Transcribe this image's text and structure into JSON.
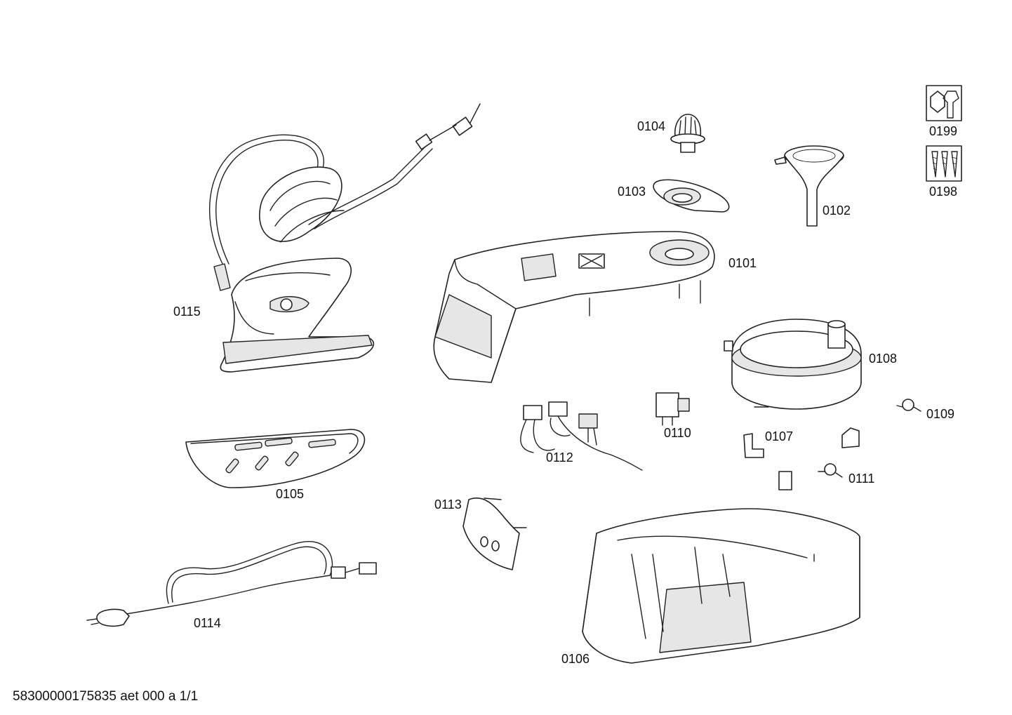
{
  "parts": [
    {
      "number": "0101",
      "icon": "base-cover"
    },
    {
      "number": "0102",
      "icon": "funnel"
    },
    {
      "number": "0103",
      "icon": "filler-cap-ring"
    },
    {
      "number": "0104",
      "icon": "knob"
    },
    {
      "number": "0105",
      "icon": "iron-rest-mat"
    },
    {
      "number": "0106",
      "icon": "base-housing"
    },
    {
      "number": "0107",
      "icon": "bracket"
    },
    {
      "number": "0108",
      "icon": "boiler"
    },
    {
      "number": "0109",
      "icon": "thermostat"
    },
    {
      "number": "0110",
      "icon": "pump"
    },
    {
      "number": "0111",
      "icon": "thermostat"
    },
    {
      "number": "0112",
      "icon": "wiring-harness"
    },
    {
      "number": "0113",
      "icon": "switch-panel"
    },
    {
      "number": "0114",
      "icon": "power-cord-plug"
    },
    {
      "number": "0115",
      "icon": "iron-with-hose"
    },
    {
      "number": "0198",
      "icon": "screws-kit-icon"
    },
    {
      "number": "0199",
      "icon": "tool-kit-icon"
    }
  ],
  "footer": {
    "document_id": "58300000175835 aet 000 a 1/1"
  }
}
